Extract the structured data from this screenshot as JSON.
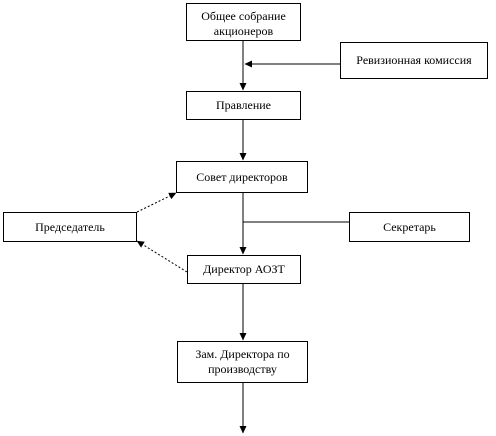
{
  "diagram": {
    "nodes": {
      "shareholders_meeting": "Общее собрание\nакционеров",
      "audit_commission": "Ревизионная комиссия",
      "board": "Правление",
      "board_of_directors": "Совет директоров",
      "chairman": "Председатель",
      "secretary": "Секретарь",
      "director": "Директор АОЗТ",
      "deputy_director": "Зам. Директора по\nпроизводству"
    }
  }
}
